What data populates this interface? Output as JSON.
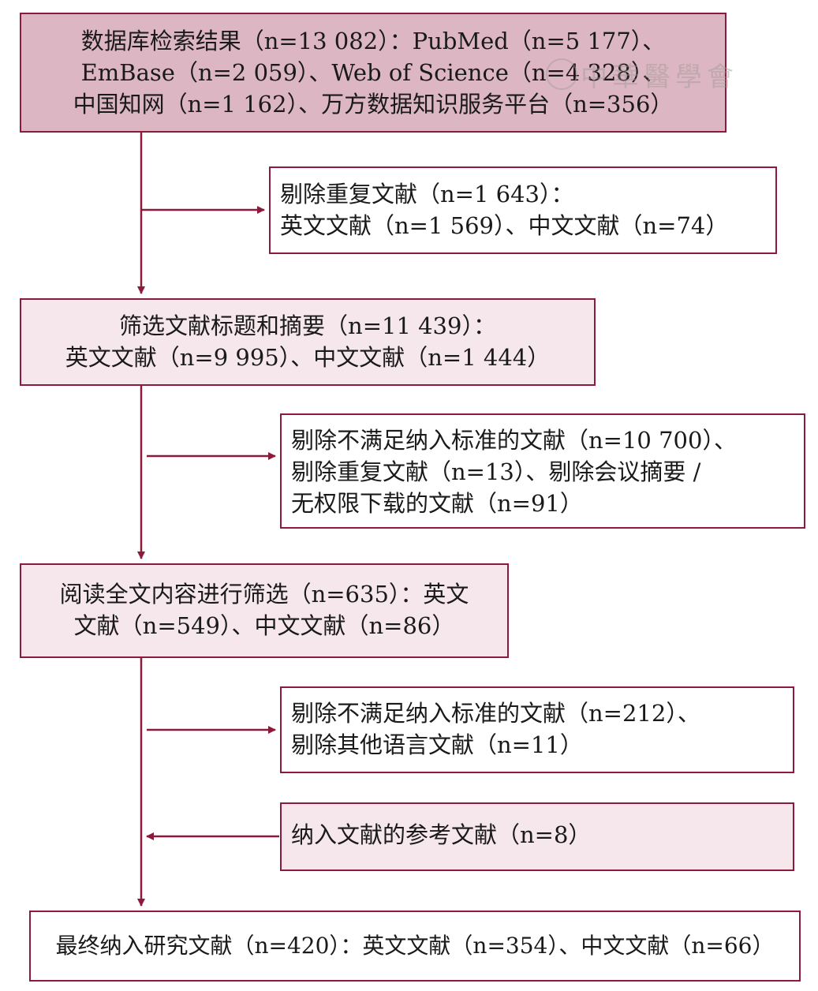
{
  "flowchart": {
    "search": {
      "lines": [
        "数据库检索结果（n=13 082）：PubMed（n=5 177）、",
        "EmBase（n=2 059）、Web of Science（n=4 328）、",
        "中国知网（n=1 162）、万方数据知识服务平台（n=356）"
      ]
    },
    "exclude_duplicates": {
      "lines": [
        "剔除重复文献（n=1 643）：",
        "英文文献（n=1 569）、中文文献（n=74）"
      ]
    },
    "title_abstract": {
      "lines": [
        "筛选文献标题和摘要（n=11 439）：",
        "英文文献（n=9 995）、中文文献（n=1 444）"
      ]
    },
    "exclude_criteria_1": {
      "lines": [
        "剔除不满足纳入标准的文献（n=10 700）、",
        "剔除重复文献（n=13）、剔除会议摘要 /",
        "无权限下载的文献（n=91）"
      ]
    },
    "full_text": {
      "lines": [
        "阅读全文内容进行筛选（n=635）：英文",
        "文献（n=549）、中文文献（n=86）"
      ]
    },
    "exclude_criteria_2": {
      "lines": [
        "剔除不满足纳入标准的文献（n=212）、",
        "剔除其他语言文献（n=11）"
      ]
    },
    "references_added": {
      "lines": [
        "纳入文献的参考文献（n=8）"
      ]
    },
    "final": {
      "lines": [
        "最终纳入研究文献（n=420）：英文文献（n=354）、中文文献（n=66）"
      ]
    }
  },
  "watermark": {
    "text": "中華醫學會"
  },
  "colors": {
    "border": "#8b1a3d",
    "fill_strong": "#dcb7c3",
    "fill_light": "#f5e7ec"
  }
}
